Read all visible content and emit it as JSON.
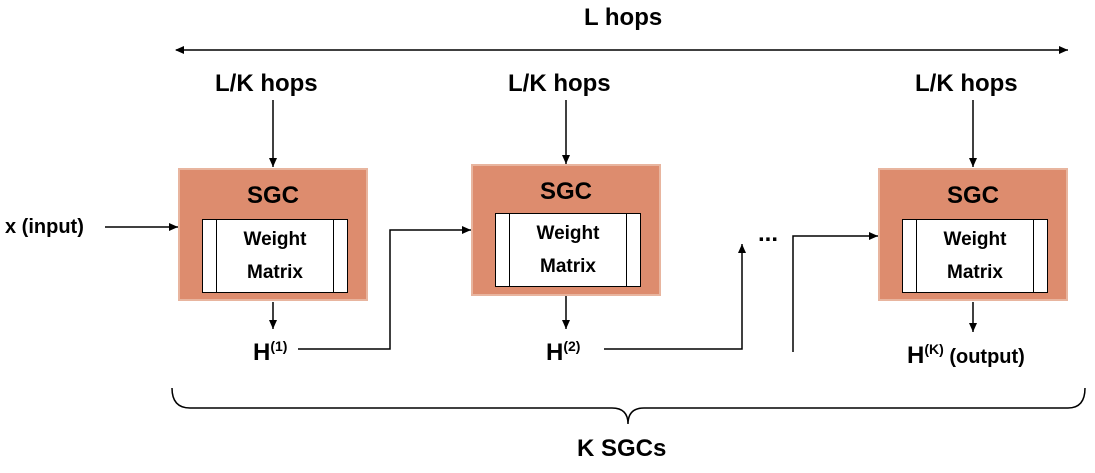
{
  "top_span_label": "L hops",
  "bottom_span_label": "K SGCs",
  "input_label": "x (input)",
  "ellipsis": "...",
  "blocks": [
    {
      "hops_label": "L/K hops",
      "title": "SGC",
      "weight_line1": "Weight",
      "weight_line2": "Matrix",
      "output_base": "H",
      "output_sup": "(1)",
      "output_suffix": ""
    },
    {
      "hops_label": "L/K hops",
      "title": "SGC",
      "weight_line1": "Weight",
      "weight_line2": "Matrix",
      "output_base": "H",
      "output_sup": "(2)",
      "output_suffix": ""
    },
    {
      "hops_label": "L/K hops",
      "title": "SGC",
      "weight_line1": "Weight",
      "weight_line2": "Matrix",
      "output_base": "H",
      "output_sup": "(K)",
      "output_suffix": " (output)"
    }
  ]
}
